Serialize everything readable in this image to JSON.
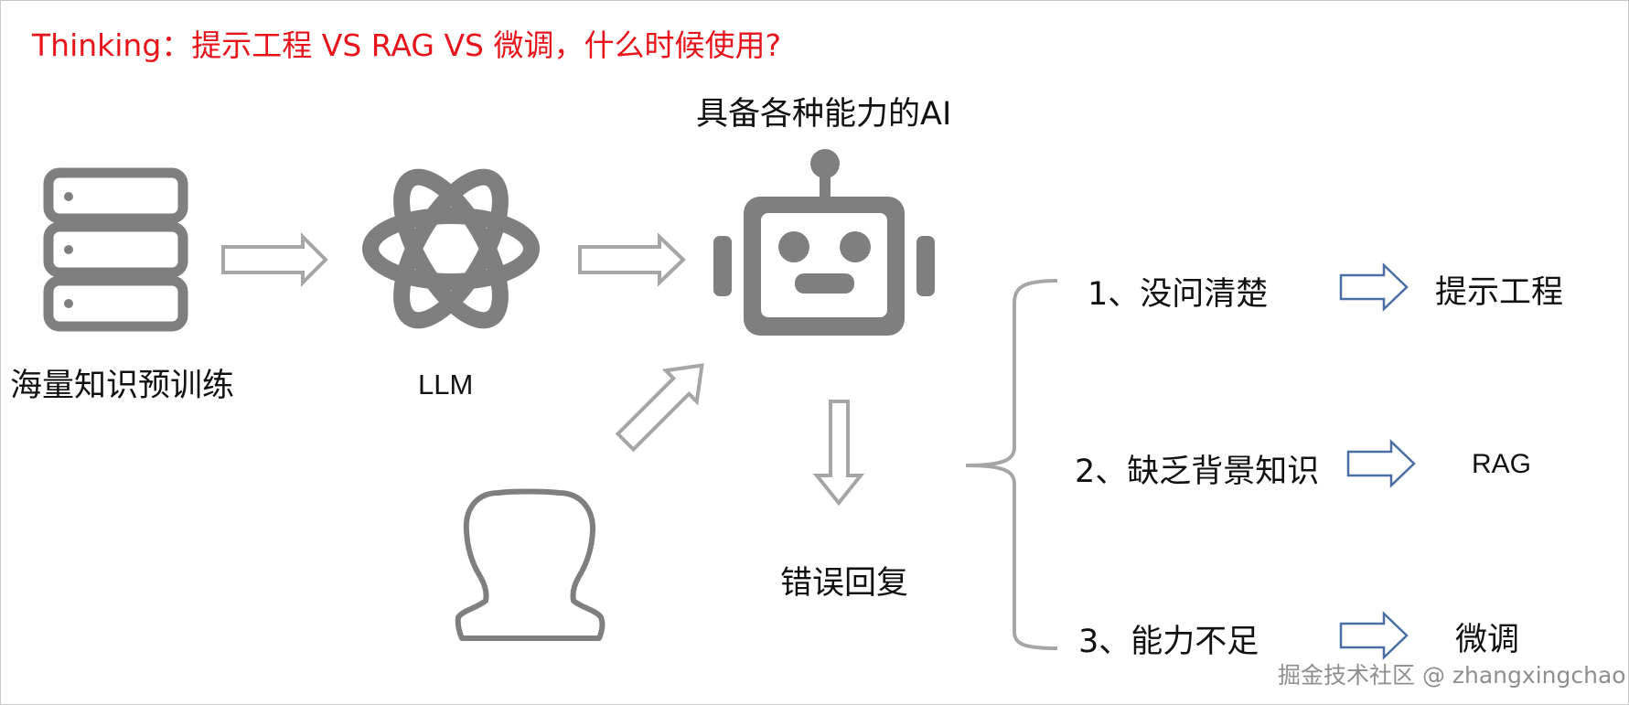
{
  "title": "Thinking：提示工程 VS RAG VS 微调，什么时候使用?",
  "nodes": {
    "pretrain": {
      "label": "海量知识预训练",
      "icon": "server-icon"
    },
    "llm": {
      "label": "LLM",
      "icon": "openai-logo-icon"
    },
    "ai": {
      "label": "具备各种能力的AI",
      "icon": "robot-icon"
    },
    "user": {
      "icon": "user-icon"
    },
    "error": {
      "label": "错误回复"
    }
  },
  "reasons": [
    {
      "label": "1、没问清楚",
      "solution": "提示工程"
    },
    {
      "label": "2、缺乏背景知识",
      "solution": "RAG"
    },
    {
      "label": "3、能力不足",
      "solution": "微调"
    }
  ],
  "watermark": "掘金技术社区 @ zhangxingchao",
  "colors": {
    "title": "#e8141c",
    "icon_gray": "#7f7f7f",
    "hollow_arrow_gray": "#a6a6a6",
    "solution_arrow_blue": "#4a6fa5",
    "watermark": "#8f8f8f"
  }
}
